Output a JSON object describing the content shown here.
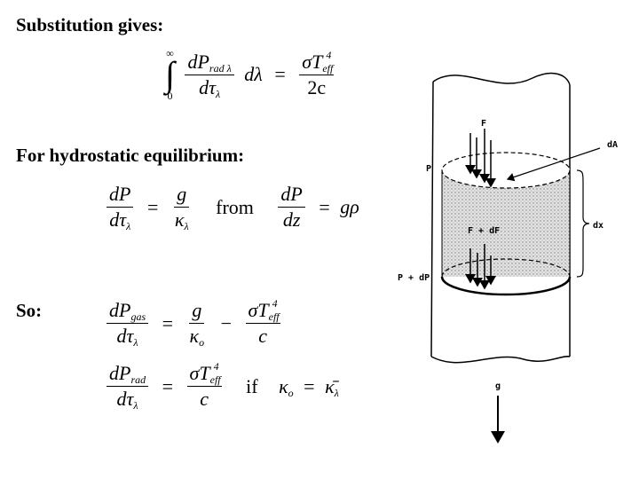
{
  "headings": {
    "substitution": "Substitution gives:",
    "hydrostatic": "For hydrostatic equilibrium:",
    "so": "So:"
  },
  "equations": {
    "integral": {
      "upper_limit": "∞",
      "lower_limit": "0",
      "numerator": "dP",
      "numerator_sub": "rad λ",
      "denominator": "dτ",
      "denominator_sub": "λ",
      "differential": "dλ",
      "equals": "=",
      "rhs_numerator": "σT",
      "rhs_num_sub": "eff",
      "rhs_num_sup": "4",
      "rhs_denominator": "2c"
    },
    "hydrostatic": {
      "lhs_numerator": "dP",
      "lhs_denominator": "dτ",
      "lhs_den_sub": "λ",
      "equals": "=",
      "rhs_numerator": "g",
      "rhs_denominator": "κ",
      "rhs_den_sub": "λ",
      "from_word": "from",
      "dz_numerator": "dP",
      "dz_denominator": "dz",
      "dz_equals": "=",
      "dz_rhs": "gρ"
    },
    "gas": {
      "numerator": "dP",
      "numerator_sub": "gas",
      "denominator": "dτ",
      "denominator_sub": "λ",
      "equals": "=",
      "g_numerator": "g",
      "g_denominator": "κ",
      "g_den_sub": "o",
      "minus": "−",
      "s_numerator": "σT",
      "s_num_sub": "eff",
      "s_num_sup": "4",
      "s_denominator": "c"
    },
    "rad": {
      "numerator": "dP",
      "numerator_sub": "rad",
      "denominator": "dτ",
      "denominator_sub": "λ",
      "equals": "=",
      "s_numerator": "σT",
      "s_num_sub": "eff",
      "s_num_sup": "4",
      "s_denominator": "c",
      "if_word": "if",
      "cond_lhs": "κ",
      "cond_lhs_sub": "o",
      "cond_equals": "=",
      "cond_rhs": "κ̄",
      "cond_rhs_sub": "λ"
    }
  },
  "diagram": {
    "label_F": "F",
    "label_dA": "dA",
    "label_P": "P",
    "label_F_dF": "F + dF",
    "label_P_dP": "P + dP",
    "label_dx": "dx",
    "label_g": "g"
  }
}
